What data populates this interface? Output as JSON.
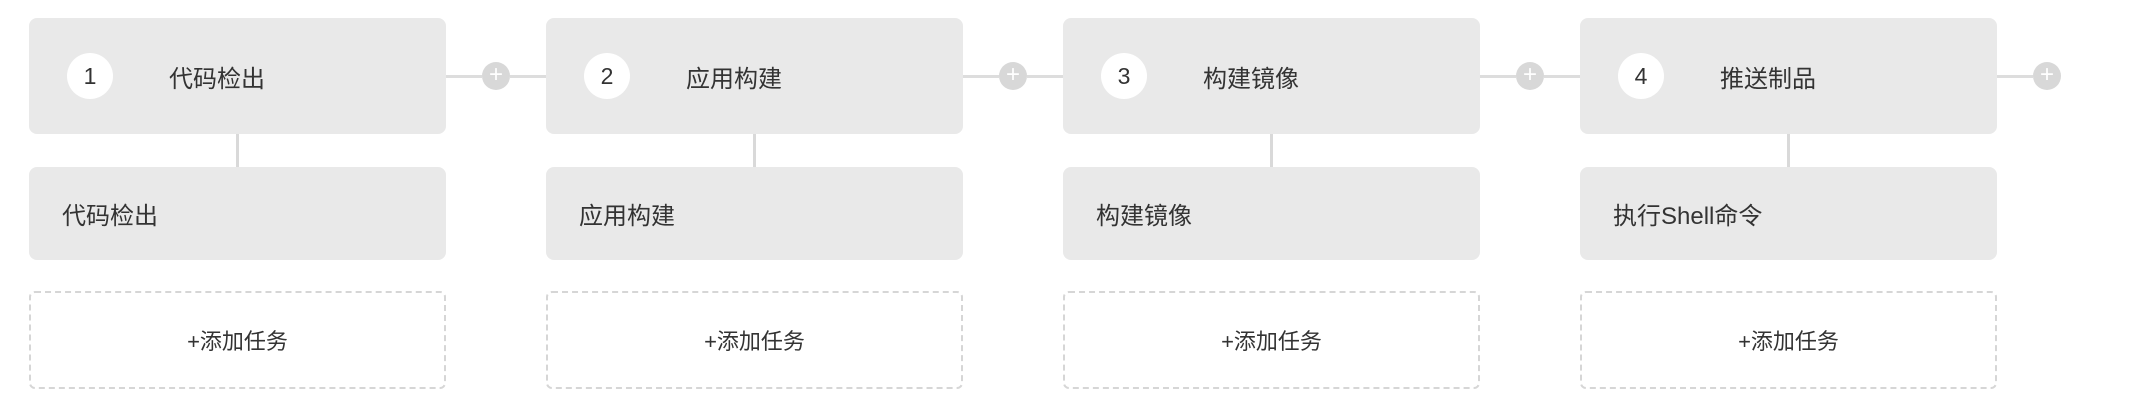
{
  "pipeline": {
    "add_stage_icon": "+",
    "stages": [
      {
        "number": "1",
        "title": "代码检出",
        "task": "代码检出",
        "add_task_label": "+添加任务"
      },
      {
        "number": "2",
        "title": "应用构建",
        "task": "应用构建",
        "add_task_label": "+添加任务"
      },
      {
        "number": "3",
        "title": "构建镜像",
        "task": "构建镜像",
        "add_task_label": "+添加任务"
      },
      {
        "number": "4",
        "title": "推送制品",
        "task": "执行Shell命令",
        "add_task_label": "+添加任务"
      }
    ],
    "colors": {
      "block_bg": "#e9e9e9",
      "connector_line": "#dddddd",
      "plus_circle_bg": "#d8d8d8",
      "dashed_border": "#d6d6d6",
      "text": "#333333"
    }
  }
}
